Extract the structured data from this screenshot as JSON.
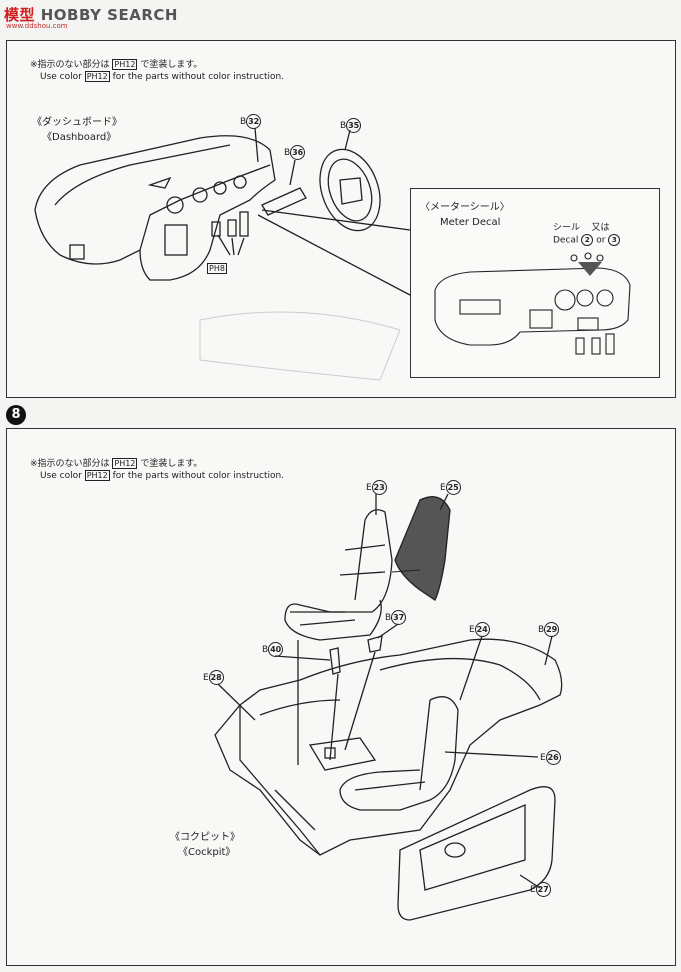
{
  "header": {
    "logo_cn": "模型",
    "logo_en": "HOBBY SEARCH",
    "logo_sub": "www.ddshou.com"
  },
  "step7": {
    "note_jp": "※指示のない部分は",
    "note_jp_color": "PH12",
    "note_jp_end": "で塗装します。",
    "note_en_pre": "Use color",
    "note_en_color": "PH12",
    "note_en_post": "for the parts without color instruction.",
    "dashboard_jp": "《ダッシュボード》",
    "dashboard_en": "《Dashboard》",
    "part_b32": "B",
    "num_32": "32",
    "part_b35": "B",
    "num_35": "35",
    "part_b36": "B",
    "num_36": "36",
    "pedal_color": "PH8",
    "meter_jp": "〈メーターシール〉",
    "meter_en": "Meter Decal",
    "seal_jp": "シール",
    "decal_en": "Decal",
    "or_jp": "又は",
    "or_en": "or",
    "decal_2": "2",
    "decal_3": "3"
  },
  "step8": {
    "number": "8",
    "note_jp": "※指示のない部分は",
    "note_jp_color": "PH12",
    "note_jp_end": "で塗装します。",
    "note_en_pre": "Use color",
    "note_en_color": "PH12",
    "note_en_post": "for the parts without color instruction.",
    "cockpit_jp": "《コクピット》",
    "cockpit_en": "《Cockpit》",
    "parts": [
      {
        "letter": "E",
        "num": "23"
      },
      {
        "letter": "E",
        "num": "25"
      },
      {
        "letter": "B",
        "num": "37"
      },
      {
        "letter": "E",
        "num": "24"
      },
      {
        "letter": "B",
        "num": "29"
      },
      {
        "letter": "B",
        "num": "40"
      },
      {
        "letter": "E",
        "num": "28"
      },
      {
        "letter": "E",
        "num": "26"
      },
      {
        "letter": "E",
        "num": "27"
      }
    ]
  }
}
